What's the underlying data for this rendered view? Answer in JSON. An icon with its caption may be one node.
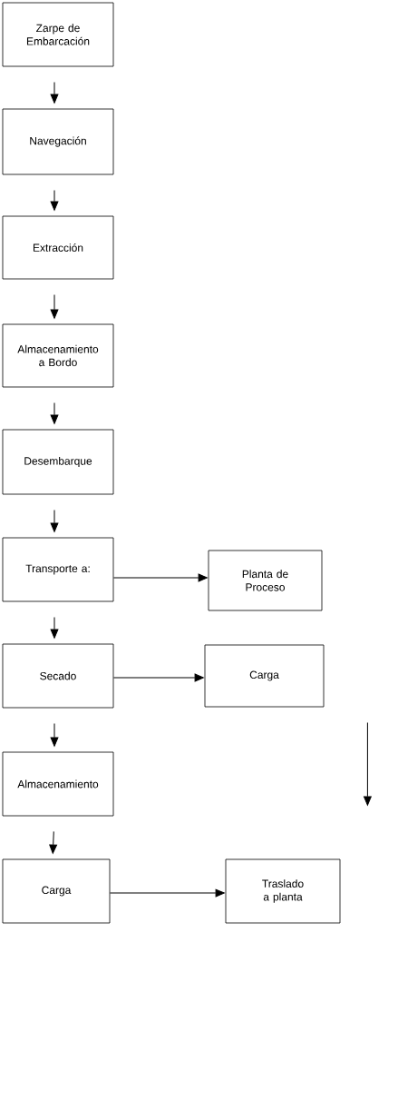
{
  "diagram": {
    "nodes": [
      {
        "text": [
          "Zarpe de Embarcación"
        ]
      },
      {
        "text": [
          "Navegación"
        ]
      },
      {
        "text": [
          "Extracción"
        ]
      },
      {
        "text": [
          "Almacenamiento a Bordo"
        ]
      },
      {
        "text": [
          "Desembarque"
        ]
      },
      {
        "text": [
          "Transporte a:"
        ]
      },
      {
        "text": [
          "Planta de Proceso"
        ]
      },
      {
        "text": [
          "Secado"
        ]
      },
      {
        "text": [
          "Carga"
        ]
      },
      {
        "text": [
          "Almacenamiento"
        ]
      },
      {
        "text": [
          "Carga"
        ]
      },
      {
        "text": [
          "Traslado a planta"
        ]
      }
    ],
    "edges": [
      {
        "from": 0,
        "to": 1,
        "arrow": "to"
      },
      {
        "from": 1,
        "to": 2,
        "arrow": "to"
      },
      {
        "from": 2,
        "to": 3,
        "arrow": "to"
      },
      {
        "from": 3,
        "to": 4,
        "arrow": "to"
      },
      {
        "from": 4,
        "to": 5,
        "arrow": "to"
      },
      {
        "from": 5,
        "to": 6,
        "arrow": "to"
      },
      {
        "from": 5,
        "to": 7,
        "arrow": "to"
      },
      {
        "from": 7,
        "to": 8,
        "arrow": "to"
      },
      {
        "from": 8,
        "to": 11,
        "arrow": "to"
      },
      {
        "from": 7,
        "to": 9,
        "arrow": "to"
      },
      {
        "from": 9,
        "to": 10,
        "arrow": "to"
      },
      {
        "from": 10,
        "to": 11,
        "arrow": "to"
      }
    ]
  }
}
